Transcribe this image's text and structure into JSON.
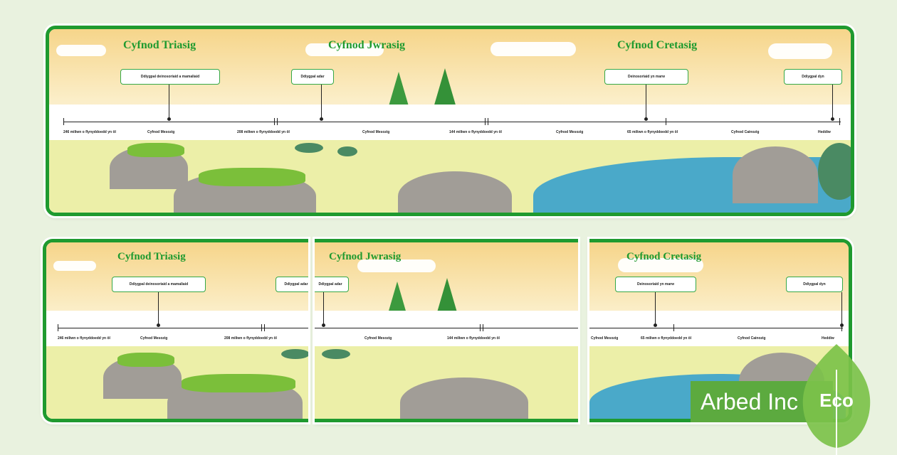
{
  "banner": {
    "eras": [
      "Cyfnod Triasig",
      "Cyfnod Jwrasig",
      "Cyfnod Cretasig"
    ],
    "events": [
      "Ddiygpal deinosoriaid a mamaliaid",
      "Ddiygpal adar",
      "Deinosoriaid yn marw",
      "Ddiygpal dyn"
    ],
    "timeline_labels": [
      "246 miliwn o flynyddoedd yn ôl",
      "Cyfnod Mesozig",
      "208 miliwn o flynyddoedd yn ôl",
      "Cyfnod Mesozig",
      "144 miliwn o flynyddoedd yn ôl",
      "Cyfnod Mesozig",
      "65 miliwn o flynyddoedd yn ôl",
      "Cyfnod Cainozig",
      "Heddiw"
    ]
  },
  "small_panels": [
    {
      "era": "Cyfnod Triasig",
      "events": [
        "Ddiygpal deinosoriaid a mamaliaid",
        "Ddiygpal adar"
      ],
      "labels": [
        "246 miliwn o flynyddoedd yn ôl",
        "Cyfnod Mesozig",
        "208 miliwn o flynyddoedd yn ôl"
      ]
    },
    {
      "era": "Cyfnod Jwrasig",
      "events": [
        "Ddiygpal adar"
      ],
      "labels": [
        "Cyfnod Mesozig",
        "144 miliwn o flynyddoedd yn ôl"
      ]
    },
    {
      "era": "Cyfnod Cretasig",
      "events": [
        "Deinosoriaid yn marw",
        "Ddiygpal dyn"
      ],
      "labels": [
        "Cyfnod Mesozig",
        "65 miliwn o flynyddoedd yn ôl",
        "Cyfnod Cainozig",
        "Heddiw"
      ]
    }
  ],
  "logo": {
    "name": "Arbed Inc",
    "badge": "Eco"
  },
  "colors": {
    "accent": "#1f9a2f",
    "background": "#e9f2df",
    "logo": "#5caa3f"
  }
}
